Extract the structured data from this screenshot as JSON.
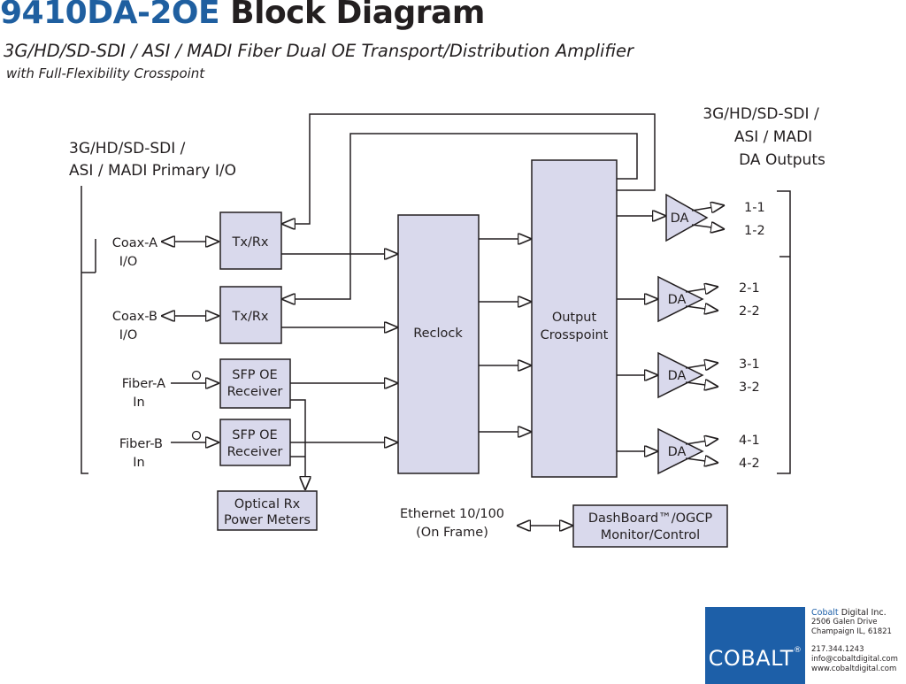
{
  "header": {
    "model": "9410DA-2OE",
    "title_rest": "Block Diagram",
    "subtitle": "3G/HD/SD-SDI / ASI / MADI Fiber Dual OE Transport/Distribution Amplifier",
    "subtitle2": "with Full-Flexibility Crosspoint"
  },
  "groups": {
    "primary_io": [
      "3G/HD/SD-SDI /",
      "ASI / MADI Primary I/O"
    ],
    "da_outputs": [
      "3G/HD/SD-SDI /",
      "ASI / MADI",
      "DA Outputs"
    ]
  },
  "inputs": [
    {
      "id": "coax_a",
      "lines": [
        "Coax-A",
        "I/O"
      ]
    },
    {
      "id": "coax_b",
      "lines": [
        "Coax-B",
        "I/O"
      ]
    },
    {
      "id": "fiber_a",
      "lines": [
        "Fiber-A",
        "In"
      ]
    },
    {
      "id": "fiber_b",
      "lines": [
        "Fiber-B",
        "In"
      ]
    }
  ],
  "blocks": {
    "txrx_a": [
      "Tx/Rx"
    ],
    "txrx_b": [
      "Tx/Rx"
    ],
    "sfp_a": [
      "SFP OE",
      "Receiver"
    ],
    "sfp_b": [
      "SFP OE",
      "Receiver"
    ],
    "power_meters": [
      "Optical Rx",
      "Power Meters"
    ],
    "reclock": [
      "Reclock"
    ],
    "crosspoint": [
      "Output",
      "Crosspoint"
    ],
    "dashboard": [
      "DashBoard™/OGCP",
      "Monitor/Control"
    ]
  },
  "da": {
    "label": "DA",
    "outputs": [
      [
        "1-1",
        "1-2"
      ],
      [
        "2-1",
        "2-2"
      ],
      [
        "3-1",
        "3-2"
      ],
      [
        "4-1",
        "4-2"
      ]
    ]
  },
  "ethernet": [
    "Ethernet 10/100",
    "(On Frame)"
  ],
  "footer": {
    "logo": "COBALT",
    "logo_mark": "®",
    "company_brand": "Cobalt",
    "company_rest": " Digital Inc.",
    "address1": "2506 Galen Drive",
    "address2": "Champaign IL, 61821",
    "phone": "217.344.1243",
    "email": "info@cobaltdigital.com",
    "web": "www.cobaltdigital.com"
  },
  "colors": {
    "brand_blue": "#1d5fa8",
    "title_blue": "#1f5fa0",
    "block_fill": "#d9d9ec",
    "line": "#231f20"
  }
}
